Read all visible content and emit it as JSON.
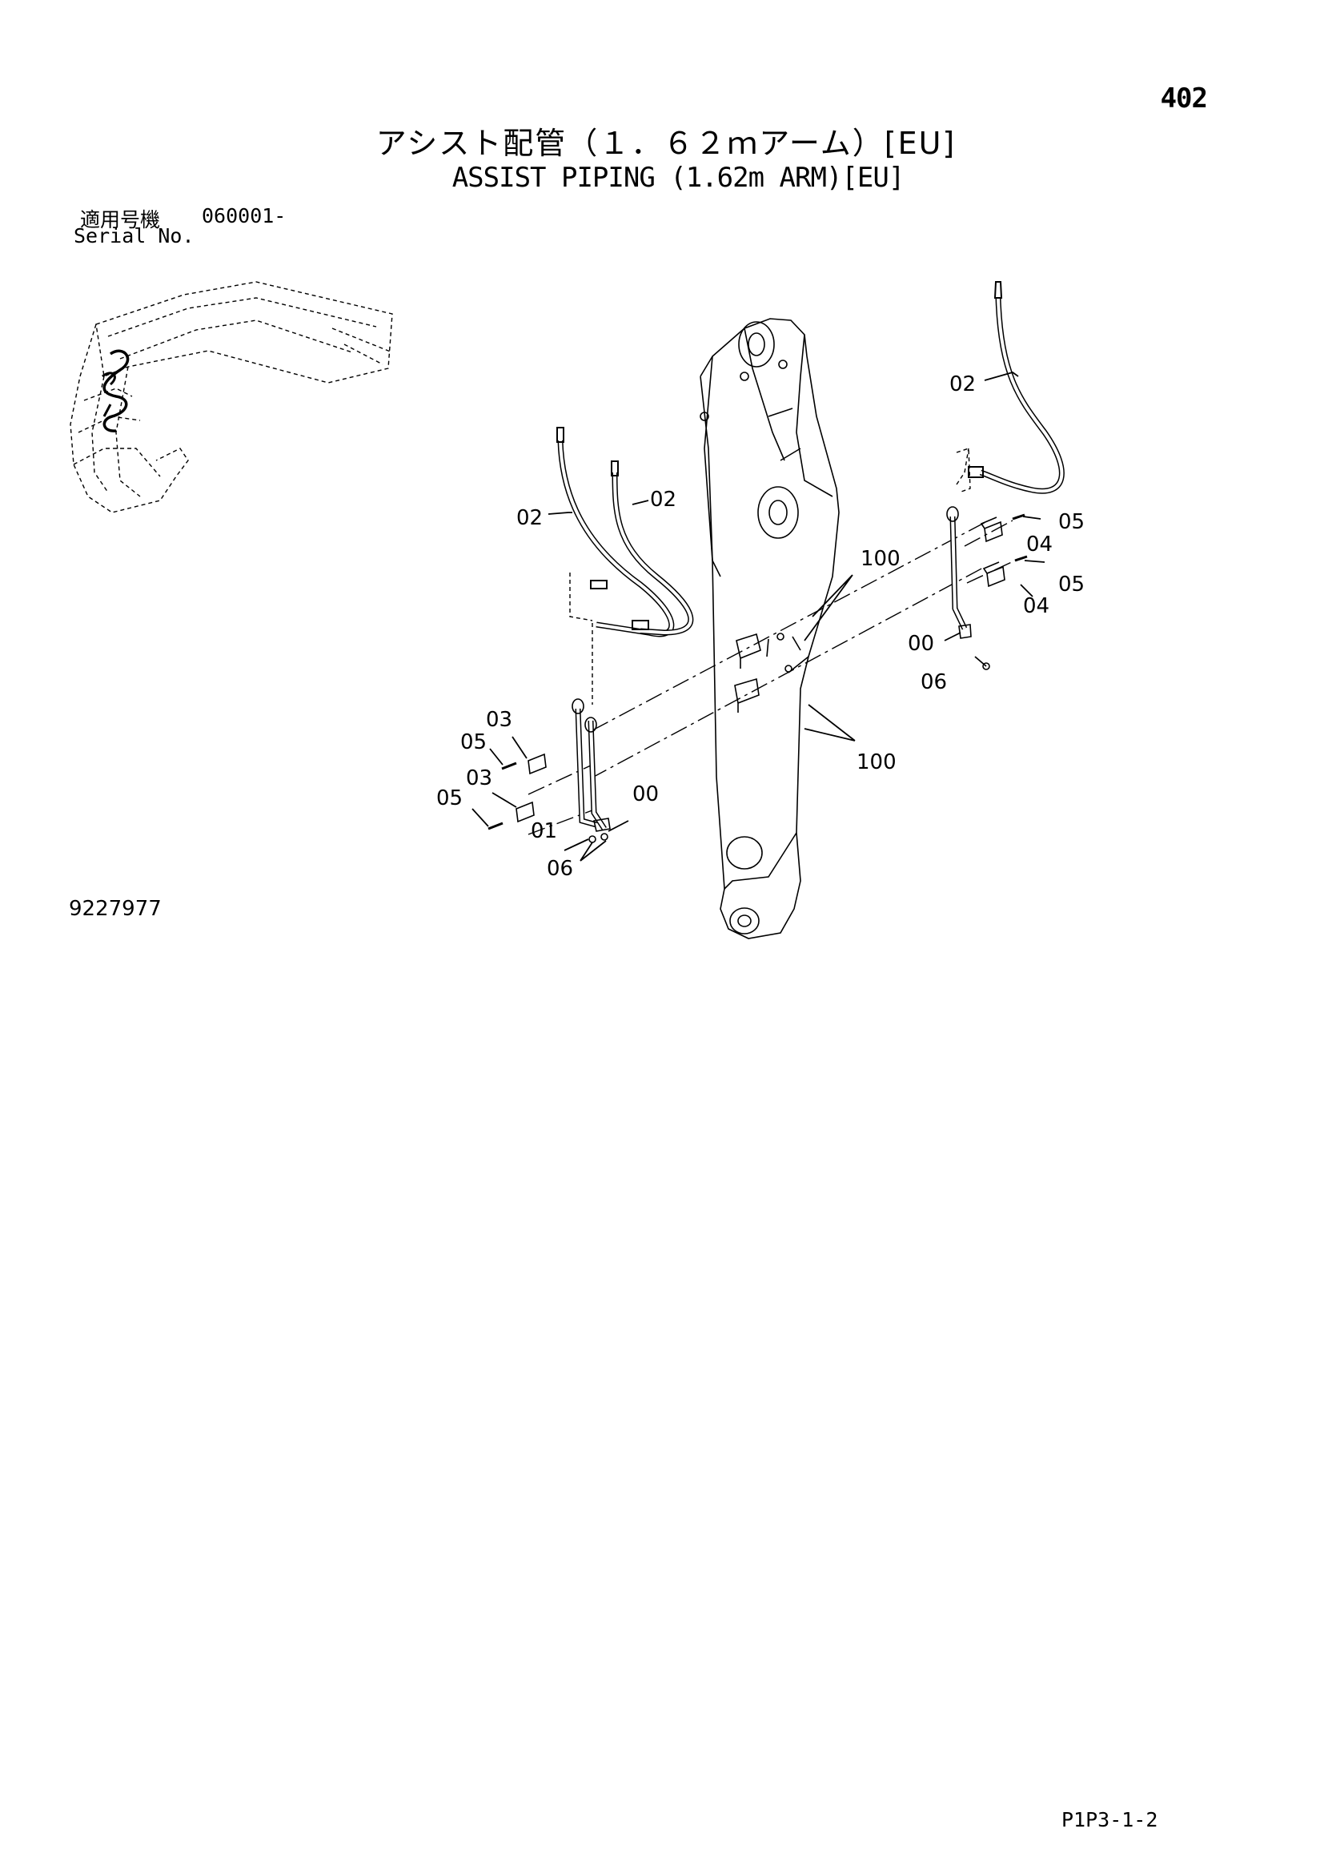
{
  "page": {
    "number": "402",
    "title_jp": "アシスト配管（１．６２ｍアーム）[EU]",
    "title_en": "ASSIST PIPING (1.62m ARM)[EU]",
    "serial_label_jp": "適用号機",
    "serial_value": "060001-",
    "serial_label_en": "Serial No.",
    "drawing_number": "9227977",
    "page_code": "P1P3-1-2"
  },
  "callouts": {
    "hose_upper_right": "02",
    "hose_left_a": "02",
    "hose_left_b": "02",
    "bolt_right_upper": "05",
    "plate_right_upper": "04",
    "bolt_right_lower": "05",
    "plate_right_lower": "04",
    "pipe_right": "00",
    "nut_right": "06",
    "port_upper": "100",
    "port_lower": "100",
    "plate_left_upper": "03",
    "bolt_left_upper": "05",
    "plate_left_lower": "03",
    "bolt_left_lower": "05",
    "pipe_left_00": "00",
    "pipe_left_01": "01",
    "nut_left": "06"
  }
}
